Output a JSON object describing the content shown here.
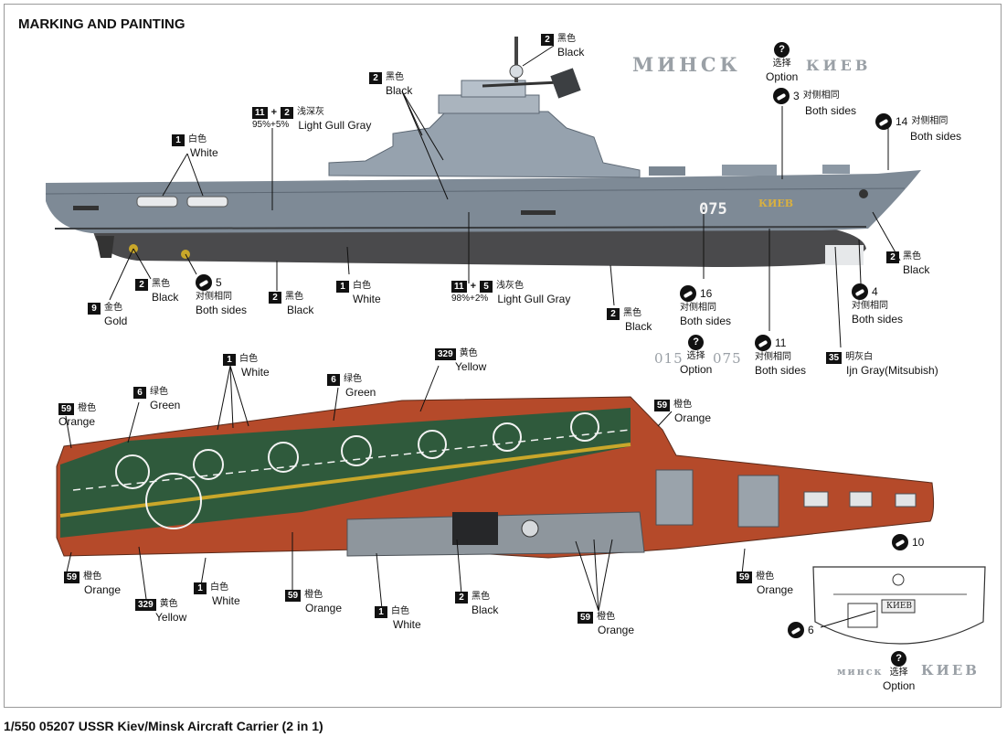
{
  "title": "MARKING AND PAINTING",
  "footer": "1/550 05207 USSR Kiev/Minsk Aircraft Carrier (2 in 1)",
  "hull_number": "075",
  "ship_name_plate": "КИЕВ",
  "stencils": {
    "minsk": "МИНСК",
    "kiev": "КИЕВ",
    "alt_015": "015",
    "alt_075": "075",
    "stern_minsk": "минск",
    "stern_kiev": "КИЕВ"
  },
  "icons": {
    "decal": "decal-icon",
    "option": "question-mark-icon"
  },
  "colors": {
    "hull_gray": "#7e8a96",
    "lower_hull": "#4a4a4c",
    "deck_green": "#2f5a3c",
    "deck_orange": "#b54a2a",
    "yellow_line": "#c9a72a"
  },
  "callouts": {
    "side_black_mast": {
      "badge": "2",
      "cn": "黑色",
      "en": "Black"
    },
    "side_black_superstructure": {
      "badge": "2",
      "cn": "黑色",
      "en": "Black"
    },
    "side_gull_gray_mix": {
      "badge_a": "11",
      "plus": "+",
      "badge_b": "2",
      "cn": "浅深灰",
      "en": "Light Gull Gray",
      "ratio": "95%+5%"
    },
    "side_white_boats": {
      "badge": "1",
      "cn": "白色",
      "en": "White"
    },
    "side_option_name": {
      "cn": "选择",
      "en": "Option"
    },
    "side_decal_3": {
      "num": "3",
      "cn": "对侧相同",
      "en": "Both sides"
    },
    "side_decal_14": {
      "num": "14",
      "cn": "对侧相同",
      "en": "Both sides"
    },
    "side_black_bow": {
      "badge": "2",
      "cn": "黑色",
      "en": "Black"
    },
    "side_decal_4": {
      "num": "4",
      "cn": "对侧相同",
      "en": "Both sides"
    },
    "side_gold": {
      "badge": "9",
      "cn": "金色",
      "en": "Gold"
    },
    "side_black_rudder": {
      "badge": "2",
      "cn": "黑色",
      "en": "Black"
    },
    "side_decal_5": {
      "num": "5",
      "cn": "对侧相同",
      "en": "Both sides"
    },
    "side_black_hull": {
      "badge": "2",
      "cn": "黑色",
      "en": "Black"
    },
    "side_white_line": {
      "badge": "1",
      "cn": "白色",
      "en": "White"
    },
    "side_gull_gray_mix2": {
      "badge_a": "11",
      "plus": "+",
      "badge_b": "5",
      "cn": "浅灰色",
      "en": "Light Gull Gray",
      "ratio": "98%+2%"
    },
    "side_black_waterline": {
      "badge": "2",
      "cn": "黑色",
      "en": "Black"
    },
    "side_decal_16": {
      "num": "16",
      "cn": "对侧相同",
      "en": "Both sides"
    },
    "side_option_number": {
      "cn": "选择",
      "en": "Option"
    },
    "side_decal_11": {
      "num": "11",
      "cn": "对侧相同",
      "en": "Both sides"
    },
    "side_ijn_gray": {
      "badge": "35",
      "cn": "明灰白",
      "en": "Ijn Gray(Mitsubish)"
    },
    "deck_white_top": {
      "badge": "1",
      "cn": "白色",
      "en": "White"
    },
    "deck_yellow_top": {
      "badge": "329",
      "cn": "黄色",
      "en": "Yellow"
    },
    "deck_green_left": {
      "badge": "6",
      "cn": "绿色",
      "en": "Green"
    },
    "deck_green_mid": {
      "badge": "6",
      "cn": "绿色",
      "en": "Green"
    },
    "deck_orange_left": {
      "badge": "59",
      "cn": "橙色",
      "en": "Orange"
    },
    "deck_orange_right": {
      "badge": "59",
      "cn": "橙色",
      "en": "Orange"
    },
    "deck_orange_stern": {
      "badge": "59",
      "cn": "橙色",
      "en": "Orange"
    },
    "deck_yellow_bottom": {
      "badge": "329",
      "cn": "黄色",
      "en": "Yellow"
    },
    "deck_white_bottom": {
      "badge": "1",
      "cn": "白色",
      "en": "White"
    },
    "deck_orange_mid": {
      "badge": "59",
      "cn": "橙色",
      "en": "Orange"
    },
    "deck_white_bottom2": {
      "badge": "1",
      "cn": "白色",
      "en": "White"
    },
    "deck_black_bottom": {
      "badge": "2",
      "cn": "黑色",
      "en": "Black"
    },
    "deck_orange_bottom2": {
      "badge": "59",
      "cn": "橙色",
      "en": "Orange"
    },
    "deck_orange_bow": {
      "badge": "59",
      "cn": "橙色",
      "en": "Orange"
    },
    "stern_decal_10": {
      "num": "10"
    },
    "stern_decal_6": {
      "num": "6"
    },
    "stern_option": {
      "cn": "选择",
      "en": "Option"
    }
  }
}
